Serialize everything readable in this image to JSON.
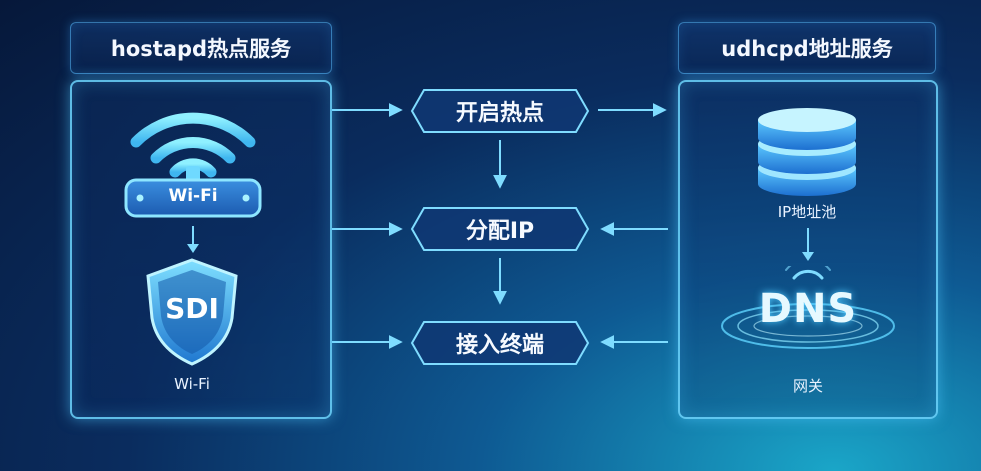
{
  "left_panel": {
    "title": "hostapd热点服务",
    "router_badge": "Wi-Fi",
    "shield_text": "SDI",
    "caption": "Wi-Fi"
  },
  "right_panel": {
    "title": "udhcpd地址服务",
    "db_caption": "IP地址池",
    "dns_text": "DNS",
    "caption": "网关"
  },
  "steps": [
    "开启热点",
    "分配IP",
    "接入终端"
  ],
  "colors": {
    "accent": "#5fd4ff",
    "frame": "#6ed7ff",
    "background": "#0a2c5e"
  }
}
